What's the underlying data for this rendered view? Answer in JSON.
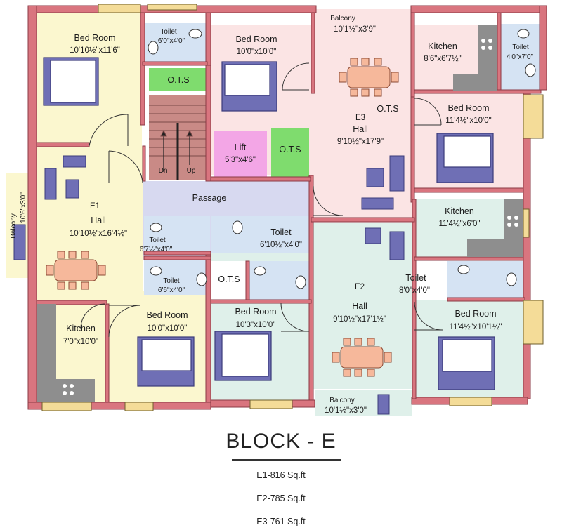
{
  "rooms": {
    "e1_bedroom": {
      "name": "Bed Room",
      "dim": "10'10½\"x11'6\""
    },
    "e1_toilet_top": {
      "name": "Toilet",
      "dim": "6'0\"x4'0\""
    },
    "e3_bedroom_a": {
      "name": "Bed Room",
      "dim": "10'0\"x10'0\""
    },
    "e3_balcony": {
      "name": "Balcony",
      "dim": "10'1½\"x3'9\""
    },
    "e3_kitchen": {
      "name": "Kitchen",
      "dim": "8'6\"x6'7½\""
    },
    "e3_toilet": {
      "name": "Toilet",
      "dim": "4'0\"x7'0\""
    },
    "ots_1": {
      "name": "O.T.S"
    },
    "ots_2": {
      "name": "O.T.S"
    },
    "ots_3": {
      "name": "O.T.S"
    },
    "ots_4": {
      "name": "O.T.S"
    },
    "stairs": {
      "down": "Dn",
      "up": "Up"
    },
    "lift": {
      "name": "Lift",
      "dim": "5'3\"x4'6\""
    },
    "e3_hall": {
      "tag": "E3",
      "name": "Hall",
      "dim": "9'10½\"x17'9\""
    },
    "e3_bedroom_b": {
      "name": "Bed Room",
      "dim": "11'4½\"x10'0\""
    },
    "e1_balcony": {
      "name": "Balcony",
      "dim": "10'6\"x3'0\""
    },
    "passage": {
      "name": "Passage"
    },
    "e1_hall": {
      "tag": "E1",
      "name": "Hall",
      "dim": "10'10½\"x16'4½\""
    },
    "toilet_mid_left": {
      "name": "Toilet",
      "dim": "6'7½\"x4'0\""
    },
    "toilet_mid_right": {
      "name": "Toilet",
      "dim": "6'10½\"x4'0\""
    },
    "e2_kitchen": {
      "name": "Kitchen",
      "dim": "11'4½\"x6'0\""
    },
    "toilet_low_left": {
      "name": "Toilet",
      "dim": "6'6\"x4'0\""
    },
    "e2_toilet": {
      "name": "Toilet",
      "dim": "8'0\"x4'0\""
    },
    "e2_hall": {
      "tag": "E2",
      "name": "Hall",
      "dim": "9'10½\"x17'1½\""
    },
    "e1_kitchen": {
      "name": "Kitchen",
      "dim": "7'0\"x10'0\""
    },
    "e1_bedroom_b": {
      "name": "Bed Room",
      "dim": "10'0\"x10'0\""
    },
    "e2_bedroom_a": {
      "name": "Bed Room",
      "dim": "10'3\"x10'0\""
    },
    "e2_bedroom_b": {
      "name": "Bed Room",
      "dim": "11'4½\"x10'1½\""
    },
    "e2_balcony": {
      "name": "Balcony",
      "dim": "10'1½\"x3'0\""
    }
  },
  "caption": {
    "title": "BLOCK - E",
    "areas": [
      "E1-816 Sq.ft",
      "E2-785 Sq.ft",
      "E3-761 Sq.ft"
    ]
  },
  "colors": {
    "wall": "#d9757f",
    "e1_fill": "#fbf7cf",
    "e3_fill": "#fbe4e4",
    "e2_fill": "#dff0ea",
    "passage_fill": "#d7d9f0",
    "toilet_fill": "#d5e3f3",
    "ots_fill": "#7fdc6e",
    "lift_fill": "#f3a6e6",
    "kitchen_counter": "#8e8e8e",
    "furniture": "#6f6fb5",
    "table": "#f6b89b"
  }
}
